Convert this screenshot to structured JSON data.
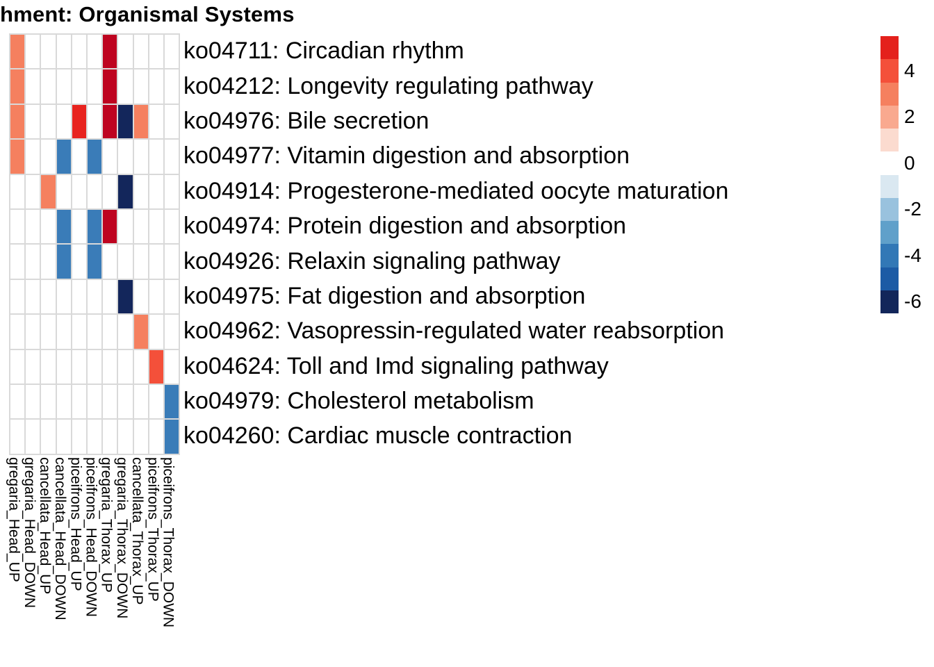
{
  "title": "hment: Organismal Systems",
  "chart_data": {
    "type": "heatmap",
    "title": "hment: Organismal Systems",
    "rows": [
      "ko04711: Circadian rhythm",
      "ko04212: Longevity regulating pathway",
      "ko04976: Bile secretion",
      "ko04977: Vitamin digestion and absorption",
      "ko04914: Progesterone-mediated oocyte maturation",
      "ko04974: Protein digestion and absorption",
      "ko04926: Relaxin signaling pathway",
      "ko04975: Fat digestion and absorption",
      "ko04962: Vasopressin-regulated water reabsorption",
      "ko04624: Toll and Imd signaling pathway",
      "ko04979: Cholesterol metabolism",
      "ko04260: Cardiac muscle contraction"
    ],
    "columns": [
      "gregaria_Head_UP",
      "gregaria_Head_DOWN",
      "cancellata_Head_UP",
      "cancellata_Head_DOWN",
      "piceifrons_Head_UP",
      "piceifrons_Head_DOWN",
      "gregaria_Thorax_UP",
      "gregaria_Thorax_DOWN",
      "cancellata_Thorax_UP",
      "piceifrons_Thorax_UP",
      "piceifrons_Thorax_DOWN"
    ],
    "n_rows": 12,
    "n_cols": 11,
    "empty_cell_color": "#FFFFFF",
    "grid_line_color": "#D9D9D9",
    "cells": [
      {
        "r": 0,
        "c": 0,
        "value": 2.5,
        "color": "#F5805F"
      },
      {
        "r": 0,
        "c": 6,
        "value": 6,
        "color": "#BE0420"
      },
      {
        "r": 1,
        "c": 0,
        "value": 2.5,
        "color": "#F5805F"
      },
      {
        "r": 1,
        "c": 6,
        "value": 6,
        "color": "#BE0420"
      },
      {
        "r": 2,
        "c": 0,
        "value": 2.5,
        "color": "#F5805F"
      },
      {
        "r": 2,
        "c": 4,
        "value": 4.5,
        "color": "#E8231E"
      },
      {
        "r": 2,
        "c": 6,
        "value": 6,
        "color": "#BE0420"
      },
      {
        "r": 2,
        "c": 7,
        "value": -6,
        "color": "#13265B"
      },
      {
        "r": 2,
        "c": 8,
        "value": 2.5,
        "color": "#F5805F"
      },
      {
        "r": 3,
        "c": 0,
        "value": 2.5,
        "color": "#F5805F"
      },
      {
        "r": 3,
        "c": 3,
        "value": -3.5,
        "color": "#3A7CB8"
      },
      {
        "r": 3,
        "c": 5,
        "value": -3.5,
        "color": "#3A7CB8"
      },
      {
        "r": 4,
        "c": 2,
        "value": 2.5,
        "color": "#F5805F"
      },
      {
        "r": 4,
        "c": 7,
        "value": -6,
        "color": "#13265B"
      },
      {
        "r": 5,
        "c": 3,
        "value": -3.5,
        "color": "#3A7CB8"
      },
      {
        "r": 5,
        "c": 5,
        "value": -3.5,
        "color": "#3A7CB8"
      },
      {
        "r": 5,
        "c": 6,
        "value": 6,
        "color": "#BE0420"
      },
      {
        "r": 6,
        "c": 3,
        "value": -3.5,
        "color": "#3A7CB8"
      },
      {
        "r": 6,
        "c": 5,
        "value": -3.5,
        "color": "#3A7CB8"
      },
      {
        "r": 7,
        "c": 7,
        "value": -6,
        "color": "#13265B"
      },
      {
        "r": 8,
        "c": 8,
        "value": 2.5,
        "color": "#F5805F"
      },
      {
        "r": 9,
        "c": 9,
        "value": 3.5,
        "color": "#F4503A"
      },
      {
        "r": 10,
        "c": 10,
        "value": -3.5,
        "color": "#3A7CB8"
      },
      {
        "r": 11,
        "c": 10,
        "value": -3.5,
        "color": "#3A7CB8"
      }
    ],
    "legend": {
      "position": "right",
      "block_colors": [
        "#E4211C",
        "#F4503A",
        "#F5805F",
        "#F9A98F",
        "#FBDBCF",
        "#FFFFFF",
        "#DAE8F1",
        "#99C2DE",
        "#60A0CA",
        "#3278B6",
        "#1C5BA5",
        "#12265A"
      ],
      "tick_labels": [
        "4",
        "2",
        "0",
        "-2",
        "-4",
        "-6"
      ]
    }
  }
}
